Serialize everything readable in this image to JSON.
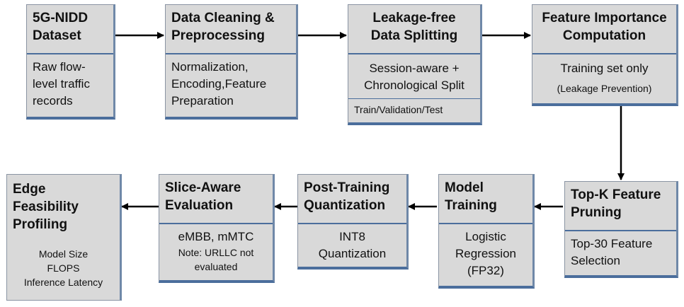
{
  "nodes": {
    "dataset": {
      "title": [
        "5G-NIDD",
        "Dataset"
      ],
      "body": [
        "Raw flow-",
        "level traffic",
        "records"
      ]
    },
    "cleaning": {
      "title": [
        "Data Cleaning &",
        "Preprocessing"
      ],
      "body": [
        "Normalization,",
        "Encoding,Feature",
        "Preparation"
      ]
    },
    "splitting": {
      "title": [
        "Leakage-free",
        "Data Splitting"
      ],
      "body": [
        "Session-aware +",
        "Chronological Split"
      ],
      "sub": "Train/Validation/Test"
    },
    "importance": {
      "title": [
        "Feature Importance",
        "Computation"
      ],
      "body": "Training set only",
      "note": "(Leakage Prevention)"
    },
    "pruning": {
      "title": [
        "Top-K Feature",
        "Pruning"
      ],
      "body": [
        "Top-30 Feature",
        "Selection"
      ]
    },
    "training": {
      "title": [
        "Model",
        "Training"
      ],
      "body": [
        "Logistic",
        "Regression",
        "(FP32)"
      ]
    },
    "quantization": {
      "title": [
        "Post-Training",
        "Quantization"
      ],
      "body": [
        "INT8",
        "Quantization"
      ]
    },
    "evaluation": {
      "title": [
        "Slice-Aware",
        "Evaluation"
      ],
      "body": "eMBB, mMTC",
      "note": [
        "Note: URLLC not",
        "evaluated"
      ]
    },
    "profiling": {
      "title": [
        "Edge",
        "Feasibility",
        "Profiling"
      ],
      "body": [
        "Model Size",
        "FLOPS",
        "Inference Latency"
      ]
    }
  },
  "colors": {
    "box_fill": "#d9d9d9",
    "box_accent": "#4b6e9c",
    "arrow": "#000000"
  }
}
